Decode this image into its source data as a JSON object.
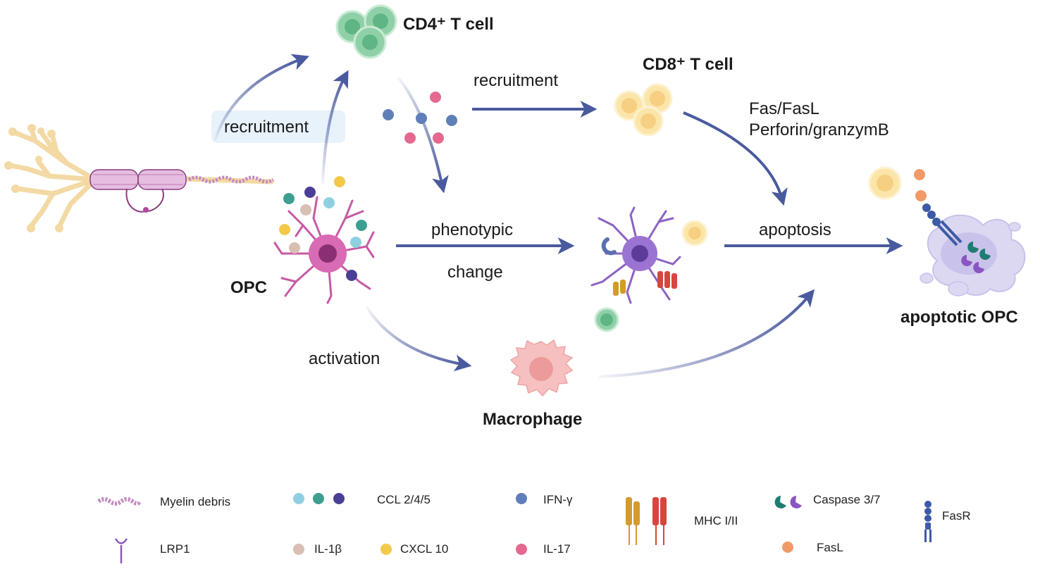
{
  "labels": {
    "cd4": "CD4⁺ T cell",
    "cd8": "CD8⁺ T cell",
    "recruitment_left": "recruitment",
    "recruitment_top": "recruitment",
    "fas_fasl": "Fas/FasL",
    "perforin": "Perforin/granzymB",
    "phenotypic": "phenotypic",
    "change": "change",
    "apoptosis": "apoptosis",
    "opc": "OPC",
    "apoptotic_opc": "apoptotic OPC",
    "activation": "activation",
    "macrophage": "Macrophage"
  },
  "legend": {
    "myelin_debris": "Myelin debris",
    "ccl": "CCL 2/4/5",
    "ifn": "IFN-γ",
    "mhc": "MHC I/II",
    "caspase": "Caspase 3/7",
    "fasr": "FasR",
    "lrp1": "LRP1",
    "il1b": "IL-1β",
    "cxcl10": "CXCL 10",
    "il17": "IL-17",
    "fasl": "FasL"
  },
  "colors": {
    "arrow": "#4a5a9e",
    "neuron": "#f3d9a4",
    "myelin": "#d9a9d1",
    "opc": "#c75aa3",
    "opc_nucleus": "#8a2f74",
    "cd4": "#8fd0a8",
    "cd8": "#fbe5a8",
    "macrophage": "#f6c0c0",
    "activated_cell": "#8c63c2",
    "apoptotic_cell": "#d8d4f0",
    "ifn": "#5f7fb8",
    "il17": "#e5698f",
    "ccl_light": "#8fd0e0",
    "ccl_teal": "#3d9f90",
    "ccl_dark": "#4a3f96",
    "il1b": "#d8bfb3",
    "cxcl10": "#f3c94a",
    "fasl": "#f19a68",
    "mhc_yellow": "#d49a2a",
    "mhc_red": "#d6463e",
    "caspase_teal": "#1e7d72",
    "caspase_purple": "#8a55c2",
    "fasr": "#3e5aa6",
    "recruit_box": "#e8f2fb"
  }
}
